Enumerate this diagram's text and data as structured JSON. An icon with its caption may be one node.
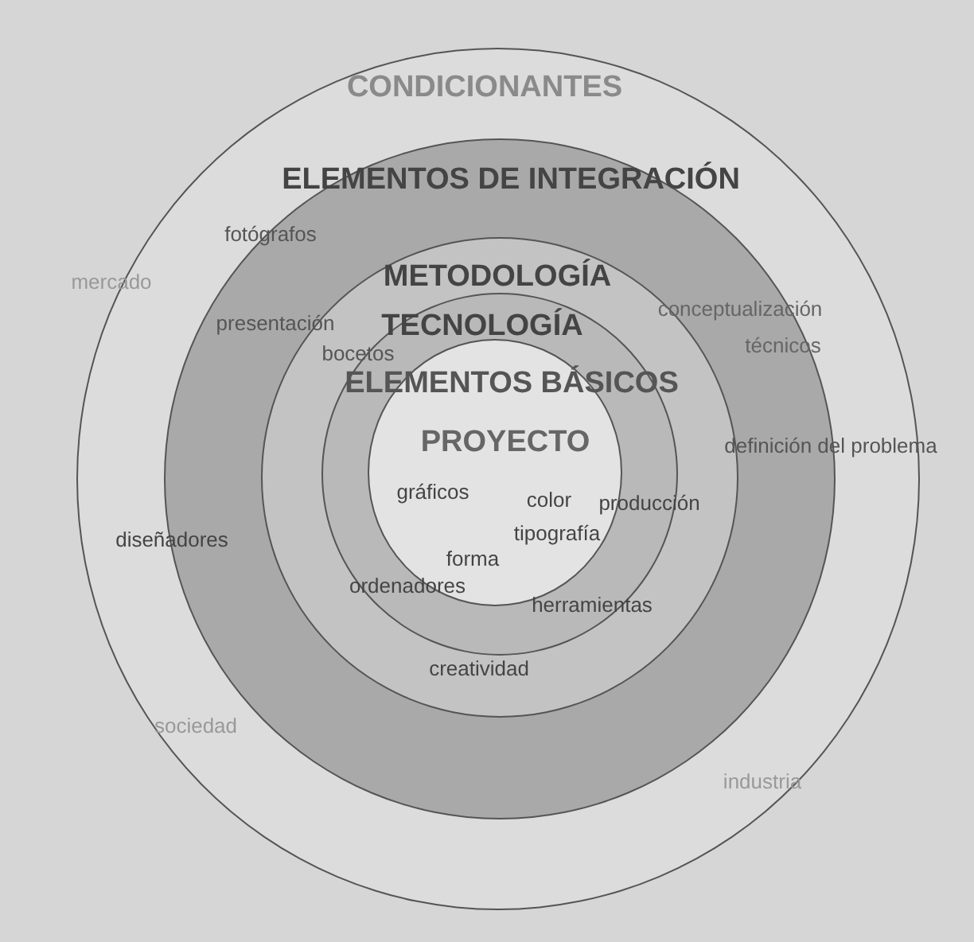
{
  "diagram": {
    "nodes": [
      {
        "text": [
          "CONDICIONANTES"
        ]
      },
      {
        "text": [
          "ELEMENTOS DE INTEGRACIÓN"
        ],
        "in": 0
      },
      {
        "text": [
          "METODOLOGÍA"
        ],
        "in": 1
      },
      {
        "text": [
          "TECNOLOGÍA"
        ],
        "in": 2
      },
      {
        "text": [
          "ELEMENTOS BÁSICOS",
          "PROYECTO"
        ],
        "in": 3
      }
    ],
    "edges": [],
    "labels": [
      "fotógrafos",
      "mercado",
      "conceptualización",
      "presentación",
      "técnicos",
      "bocetos",
      "definición del problema",
      "gráficos",
      "color",
      "producción",
      "diseñadores",
      "tipografía",
      "forma",
      "ordenadores",
      "herramientas",
      "creatividad",
      "sociedad",
      "industria"
    ]
  }
}
